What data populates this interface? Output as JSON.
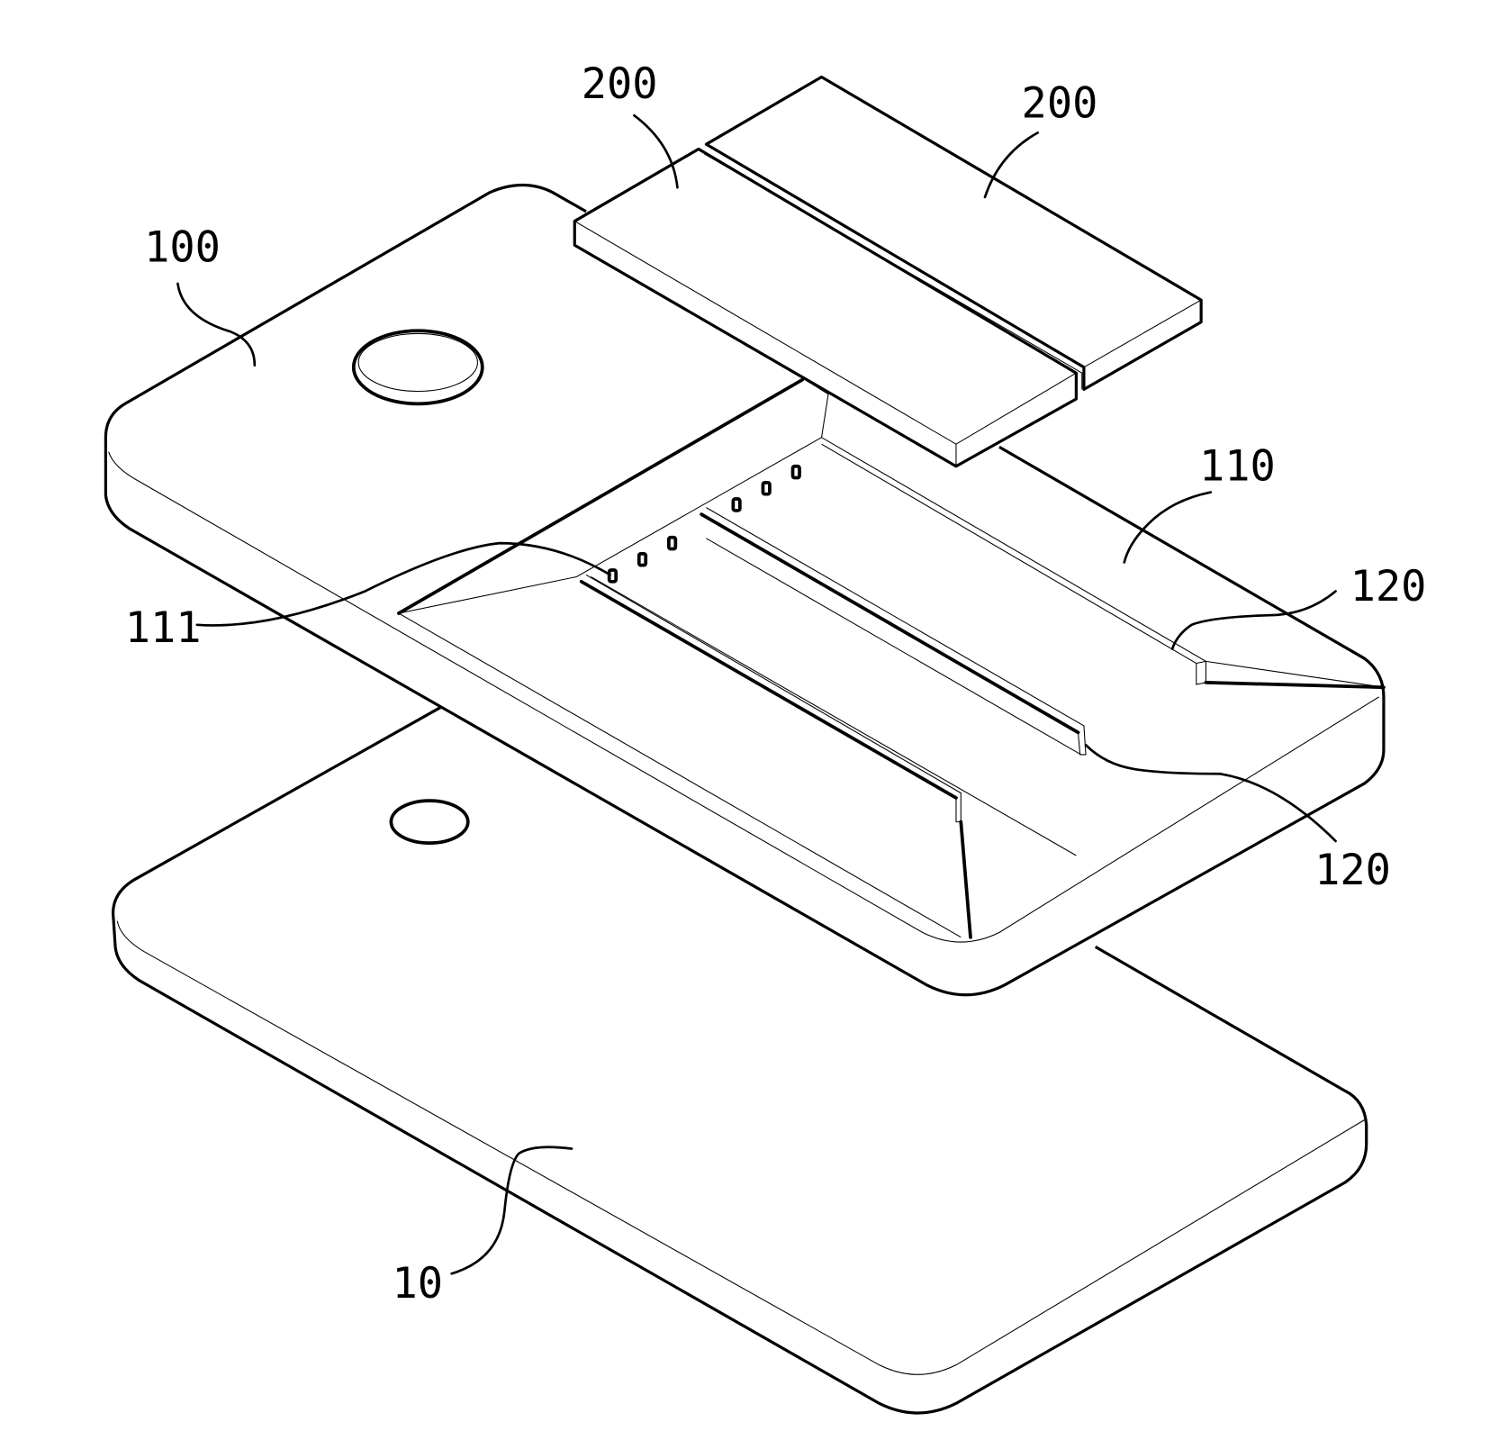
{
  "figure": {
    "labels": {
      "card_left": "200",
      "card_right": "200",
      "case": "100",
      "recess": "110",
      "rail_top": "120",
      "terminal": "111",
      "rail_bottom": "120",
      "device": "10"
    }
  }
}
